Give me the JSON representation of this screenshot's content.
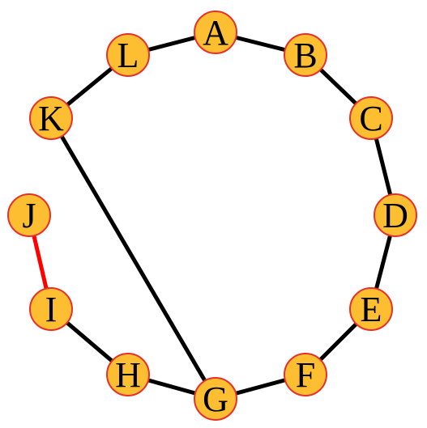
{
  "graph": {
    "nodes": [
      {
        "id": "A",
        "label": "A"
      },
      {
        "id": "B",
        "label": "B"
      },
      {
        "id": "C",
        "label": "C"
      },
      {
        "id": "D",
        "label": "D"
      },
      {
        "id": "E",
        "label": "E"
      },
      {
        "id": "F",
        "label": "F"
      },
      {
        "id": "G",
        "label": "G"
      },
      {
        "id": "H",
        "label": "H"
      },
      {
        "id": "I",
        "label": "I"
      },
      {
        "id": "J",
        "label": "J"
      },
      {
        "id": "K",
        "label": "K"
      },
      {
        "id": "L",
        "label": "L"
      }
    ],
    "edges": [
      {
        "from": "L",
        "to": "A",
        "color": "#000000"
      },
      {
        "from": "A",
        "to": "B",
        "color": "#000000"
      },
      {
        "from": "B",
        "to": "C",
        "color": "#000000"
      },
      {
        "from": "C",
        "to": "D",
        "color": "#000000"
      },
      {
        "from": "D",
        "to": "E",
        "color": "#000000"
      },
      {
        "from": "E",
        "to": "F",
        "color": "#000000"
      },
      {
        "from": "F",
        "to": "G",
        "color": "#000000"
      },
      {
        "from": "G",
        "to": "H",
        "color": "#000000"
      },
      {
        "from": "H",
        "to": "I",
        "color": "#000000"
      },
      {
        "from": "I",
        "to": "J",
        "color": "#FF0000"
      },
      {
        "from": "K",
        "to": "L",
        "color": "#000000"
      },
      {
        "from": "K",
        "to": "G",
        "color": "#000000"
      }
    ],
    "colors": {
      "node_fill": "#FDBE32",
      "node_stroke": "#E8302A",
      "edge_default": "#000000",
      "edge_highlight": "#FF0000"
    }
  }
}
